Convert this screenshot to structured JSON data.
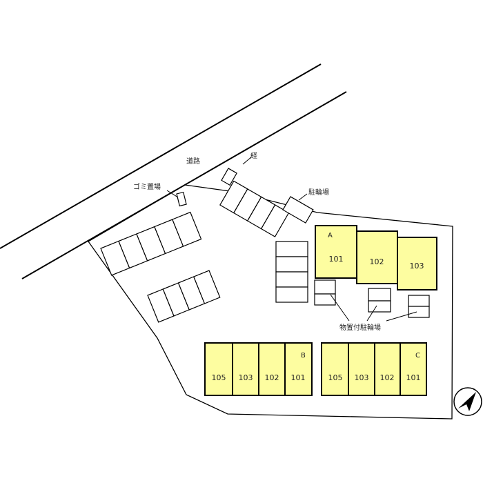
{
  "labels": {
    "road": "道路",
    "garbage": "ゴミ置場",
    "path": "経",
    "bike_parking": "駐輪場",
    "storage_bike_parking": "物置付駐輪場"
  },
  "buildings": {
    "A": {
      "name": "A",
      "units": [
        "101",
        "102",
        "103"
      ]
    },
    "B": {
      "name": "B",
      "units": [
        "105",
        "103",
        "102",
        "101"
      ]
    },
    "C": {
      "name": "C",
      "units": [
        "105",
        "103",
        "102",
        "101"
      ]
    }
  },
  "colors": {
    "building_fill": "#fdfda0",
    "line": "#000000"
  },
  "compass": {
    "icon": "north-arrow-icon"
  }
}
